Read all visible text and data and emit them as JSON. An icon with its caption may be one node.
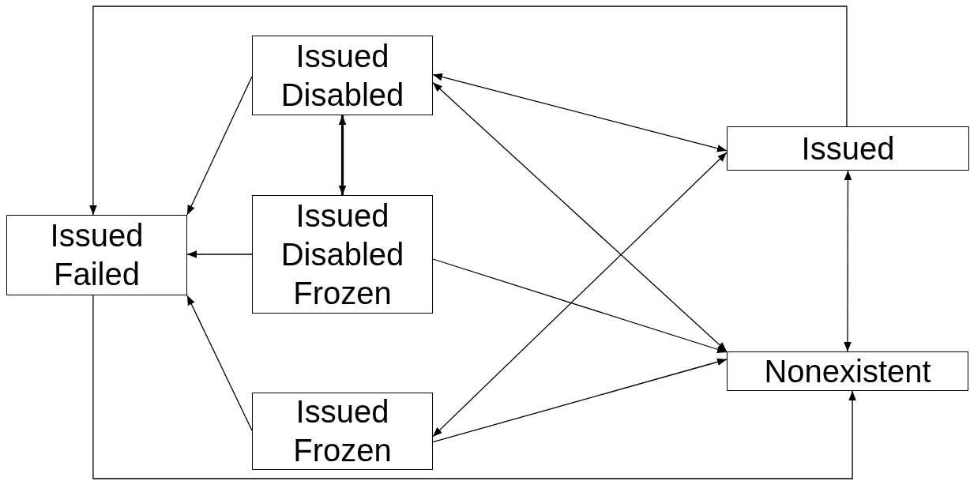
{
  "diagram": {
    "nodes": [
      {
        "text": [
          "Issued Disabled"
        ]
      },
      {
        "text": [
          "Issued"
        ]
      },
      {
        "text": [
          "Issued Failed"
        ]
      },
      {
        "text": [
          "Issued Disabled Frozen"
        ]
      },
      {
        "text": [
          "Nonexistent"
        ]
      },
      {
        "text": [
          "Issued Frozen"
        ]
      }
    ],
    "edges": [
      {
        "from": 1,
        "to": 2,
        "arrow": "to"
      },
      {
        "from": 0,
        "to": 2,
        "arrow": "to"
      },
      {
        "from": 0,
        "to": 3,
        "arrow": "both",
        "style": "thick"
      },
      {
        "from": 3,
        "to": 2,
        "arrow": "to"
      },
      {
        "from": 5,
        "to": 2,
        "arrow": "to"
      },
      {
        "from": 0,
        "to": 1,
        "arrow": "both"
      },
      {
        "from": 0,
        "to": 4,
        "arrow": "both"
      },
      {
        "from": 3,
        "to": 4,
        "arrow": "to"
      },
      {
        "from": 5,
        "to": 1,
        "arrow": "both"
      },
      {
        "from": 5,
        "to": 4,
        "arrow": "to"
      },
      {
        "from": 1,
        "to": 4,
        "arrow": "both"
      },
      {
        "from": 2,
        "to": 4,
        "arrow": "to"
      }
    ]
  }
}
